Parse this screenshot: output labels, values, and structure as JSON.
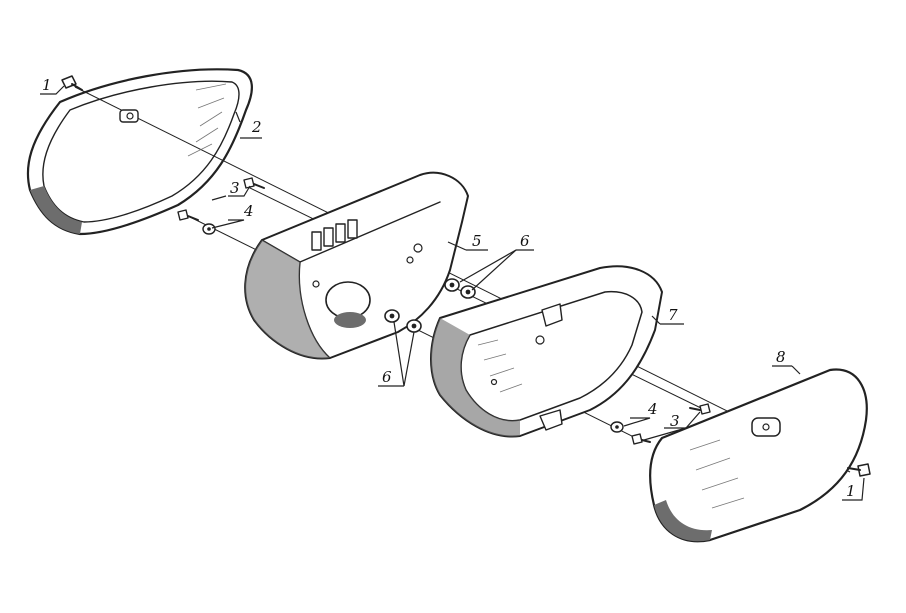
{
  "callouts": [
    {
      "id": "c1a",
      "label": "1"
    },
    {
      "id": "c2",
      "label": "2"
    },
    {
      "id": "c3a",
      "label": "3"
    },
    {
      "id": "c4a",
      "label": "4"
    },
    {
      "id": "c5",
      "label": "5"
    },
    {
      "id": "c6a",
      "label": "6"
    },
    {
      "id": "c6b",
      "label": "6"
    },
    {
      "id": "c7",
      "label": "7"
    },
    {
      "id": "c8",
      "label": "8"
    },
    {
      "id": "c4b",
      "label": "4"
    },
    {
      "id": "c3b",
      "label": "3"
    },
    {
      "id": "c1b",
      "label": "1"
    }
  ]
}
